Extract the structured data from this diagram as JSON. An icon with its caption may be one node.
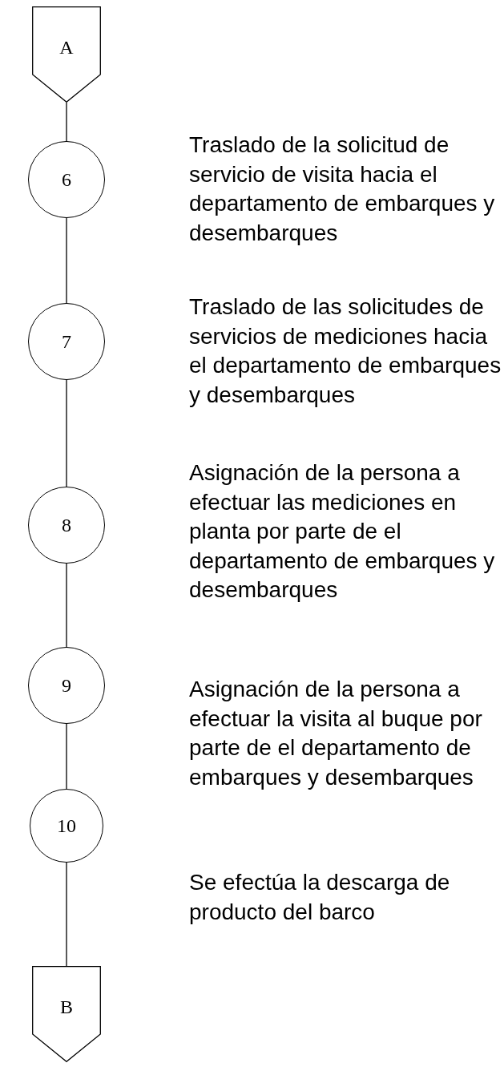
{
  "diagram": {
    "nodes": [
      {
        "text": [
          "A"
        ]
      },
      {
        "text": [
          "6"
        ],
        "beside": [
          "Traslado de la solicitud de servicio de visita hacia el departamento de embarques y desembarques"
        ]
      },
      {
        "text": [
          "7"
        ],
        "beside": [
          "Traslado de las solicitudes de servicios de mediciones hacia el departamento de embarques y desembarques"
        ]
      },
      {
        "text": [
          "8"
        ],
        "beside": [
          "Asignación de la persona a efectuar las mediciones en planta por parte de el departamento de embarques y desembarques"
        ]
      },
      {
        "text": [
          "9"
        ],
        "beside": [
          "Asignación de la persona a efectuar la visita al buque por parte de el departamento de embarques y desembarques"
        ]
      },
      {
        "text": [
          "10"
        ],
        "beside": [
          "Se efectúa la descarga de producto del barco"
        ]
      },
      {
        "text": [
          "B"
        ]
      }
    ],
    "edges": [
      {
        "from": 0,
        "to": 1,
        "arrow": "none"
      },
      {
        "from": 1,
        "to": 2,
        "arrow": "none"
      },
      {
        "from": 2,
        "to": 3,
        "arrow": "none"
      },
      {
        "from": 3,
        "to": 4,
        "arrow": "none"
      },
      {
        "from": 4,
        "to": 5,
        "arrow": "none"
      },
      {
        "from": 5,
        "to": 6,
        "arrow": "none"
      }
    ]
  }
}
